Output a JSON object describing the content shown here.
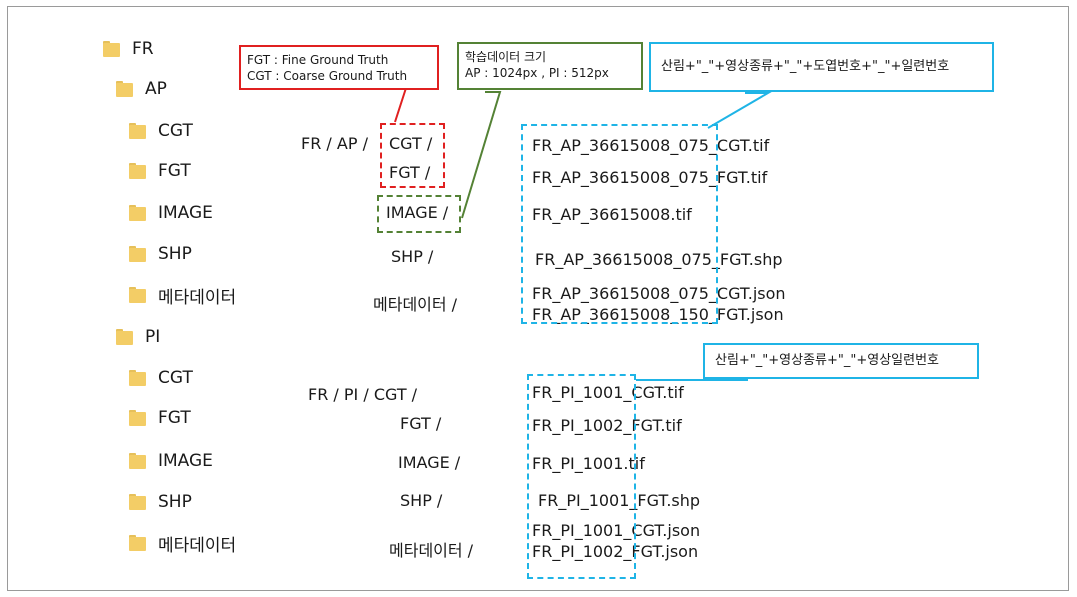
{
  "tree": {
    "root": "FR",
    "groups": [
      {
        "name": "AP",
        "children": [
          "CGT",
          "FGT",
          "IMAGE",
          "SHP",
          "메타데이터"
        ]
      },
      {
        "name": "PI",
        "children": [
          "CGT",
          "FGT",
          "IMAGE",
          "SHP",
          "메타데이터"
        ]
      }
    ]
  },
  "ap": {
    "paths": [
      "FR / AP /",
      "CGT /",
      "FGT /",
      "IMAGE /",
      "SHP /",
      "메타데이터 /"
    ],
    "files": [
      "FR_AP_36615008_075_CGT.tif",
      "FR_AP_36615008_075_FGT.tif",
      "FR_AP_36615008.tif",
      "FR_AP_36615008_075_FGT.shp",
      "FR_AP_36615008_075_CGT.json",
      "FR_AP_36615008_150_FGT.json"
    ]
  },
  "pi": {
    "paths": [
      "FR / PI / CGT /",
      "FGT /",
      "IMAGE /",
      "SHP /",
      "메타데이터 /"
    ],
    "files": [
      "FR_PI_1001_CGT.tif",
      "FR_PI_1002_FGT.tif",
      "FR_PI_1001.tif",
      "FR_PI_1001_FGT.shp",
      "FR_PI_1001_CGT.json",
      "FR_PI_1002_FGT.json"
    ]
  },
  "callouts": {
    "gt": [
      "FGT : Fine Ground Truth",
      "CGT : Coarse Ground Truth"
    ],
    "size": [
      "학습데이터 크기",
      "AP : 1024px , PI : 512px"
    ],
    "ap_naming": "산림+\"_\"+영상종류+\"_\"+도엽번호+\"_\"+일련번호",
    "pi_naming": "산림+\"_\"+영상종류+\"_\"+영상일련번호"
  },
  "colors": {
    "red": "#e02020",
    "green": "#548235",
    "blue": "#1fb4e6",
    "folder": "#f3cd66"
  }
}
